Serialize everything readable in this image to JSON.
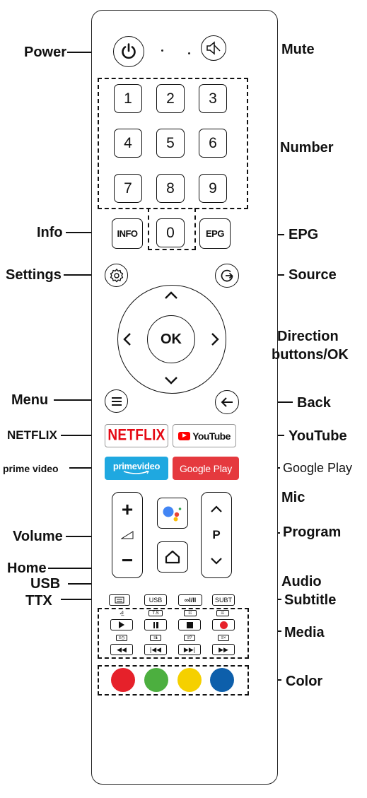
{
  "buttons": {
    "num1": "1",
    "num2": "2",
    "num3": "3",
    "num4": "4",
    "num5": "5",
    "num6": "6",
    "num7": "7",
    "num8": "8",
    "num9": "9",
    "num0": "0",
    "info": "INFO",
    "epg": "EPG",
    "ok": "OK",
    "netflix": "NETFLIX",
    "youtube": "YouTube",
    "prime_line1": "primevideo",
    "google_play": "Google Play",
    "usb": "USB",
    "audio": "∞I/II",
    "subt": "SUBT",
    "program_p": "P",
    "ts": "T.S",
    "volume_plus": "+",
    "volume_minus": "−"
  },
  "callouts": {
    "power": "Power",
    "mute": "Mute",
    "number": "Number",
    "info": "Info",
    "epg": "EPG",
    "settings": "Settings",
    "source": "Source",
    "direction_line1": "Direction",
    "direction_line2": "buttons/OK",
    "menu": "Menu",
    "back": "Back",
    "netflix": "NETFLIX",
    "youtube": "YouTube",
    "prime_video": "prime video",
    "google_play": "Google Play",
    "mic": "Mic",
    "volume": "Volume",
    "program": "Program",
    "home": "Home",
    "usb": "USB",
    "audio": "Audio",
    "ttx": "TTX",
    "subtitle": "Subtitle",
    "media": "Media",
    "color": "Color"
  },
  "icons": {
    "power": "power-icon",
    "mute": "speaker-mute-icon",
    "settings": "gear-icon",
    "source": "source-input-icon",
    "menu": "hamburger-menu-icon",
    "back": "back-arrow-icon",
    "home": "home-icon",
    "mic": "google-assistant-icon"
  },
  "colors": {
    "netflix_red": "#e50914",
    "youtube_red": "#ff0000",
    "prime_blue": "#1fa8e0",
    "google_play_red": "#e5393e",
    "red_key": "#e6212a",
    "green_key": "#4caf3f",
    "yellow_key": "#f5d000",
    "blue_key": "#0d5fab"
  }
}
